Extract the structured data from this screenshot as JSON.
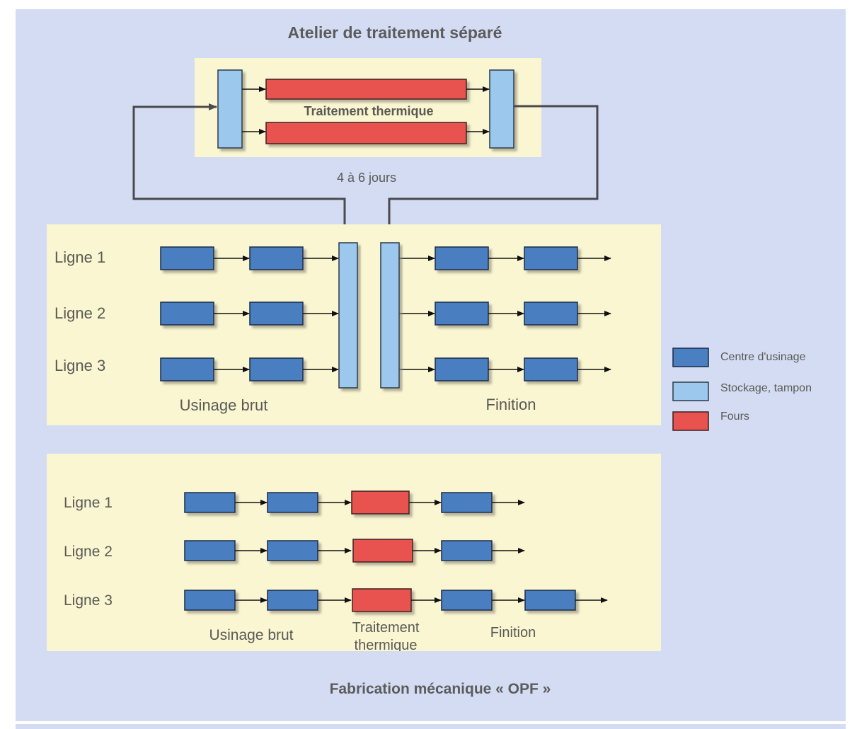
{
  "colors": {
    "background": "#d3dcf2",
    "panel": "#faf6d2",
    "machining_center": "#4a7fc1",
    "buffer": "#9dc8ee",
    "furnace": "#e8524f",
    "connector": "#4a4a4f",
    "text": "#5a5a55"
  },
  "top_section": {
    "title": "Atelier de traitement séparé",
    "furnace_label": "Traitement thermique",
    "duration": "4 à 6 jours"
  },
  "middle_section": {
    "lines": [
      "Ligne 1",
      "Ligne 2",
      "Ligne 3"
    ],
    "stage_roughing": "Usinage brut",
    "stage_finishing": "Finition"
  },
  "bottom_section": {
    "lines": [
      "Ligne 1",
      "Ligne 2",
      "Ligne 3"
    ],
    "stage_roughing": "Usinage brut",
    "stage_heat_line1": "Traitement",
    "stage_heat_line2": "thermique",
    "stage_finishing": "Finition",
    "footer_title": "Fabrication mécanique  « OPF »"
  },
  "legend": {
    "items": [
      {
        "label": "Centre d'usinage",
        "type": "machining_center"
      },
      {
        "label": "Stockage, tampon",
        "type": "buffer"
      },
      {
        "label": "Fours",
        "type": "furnace"
      }
    ]
  }
}
